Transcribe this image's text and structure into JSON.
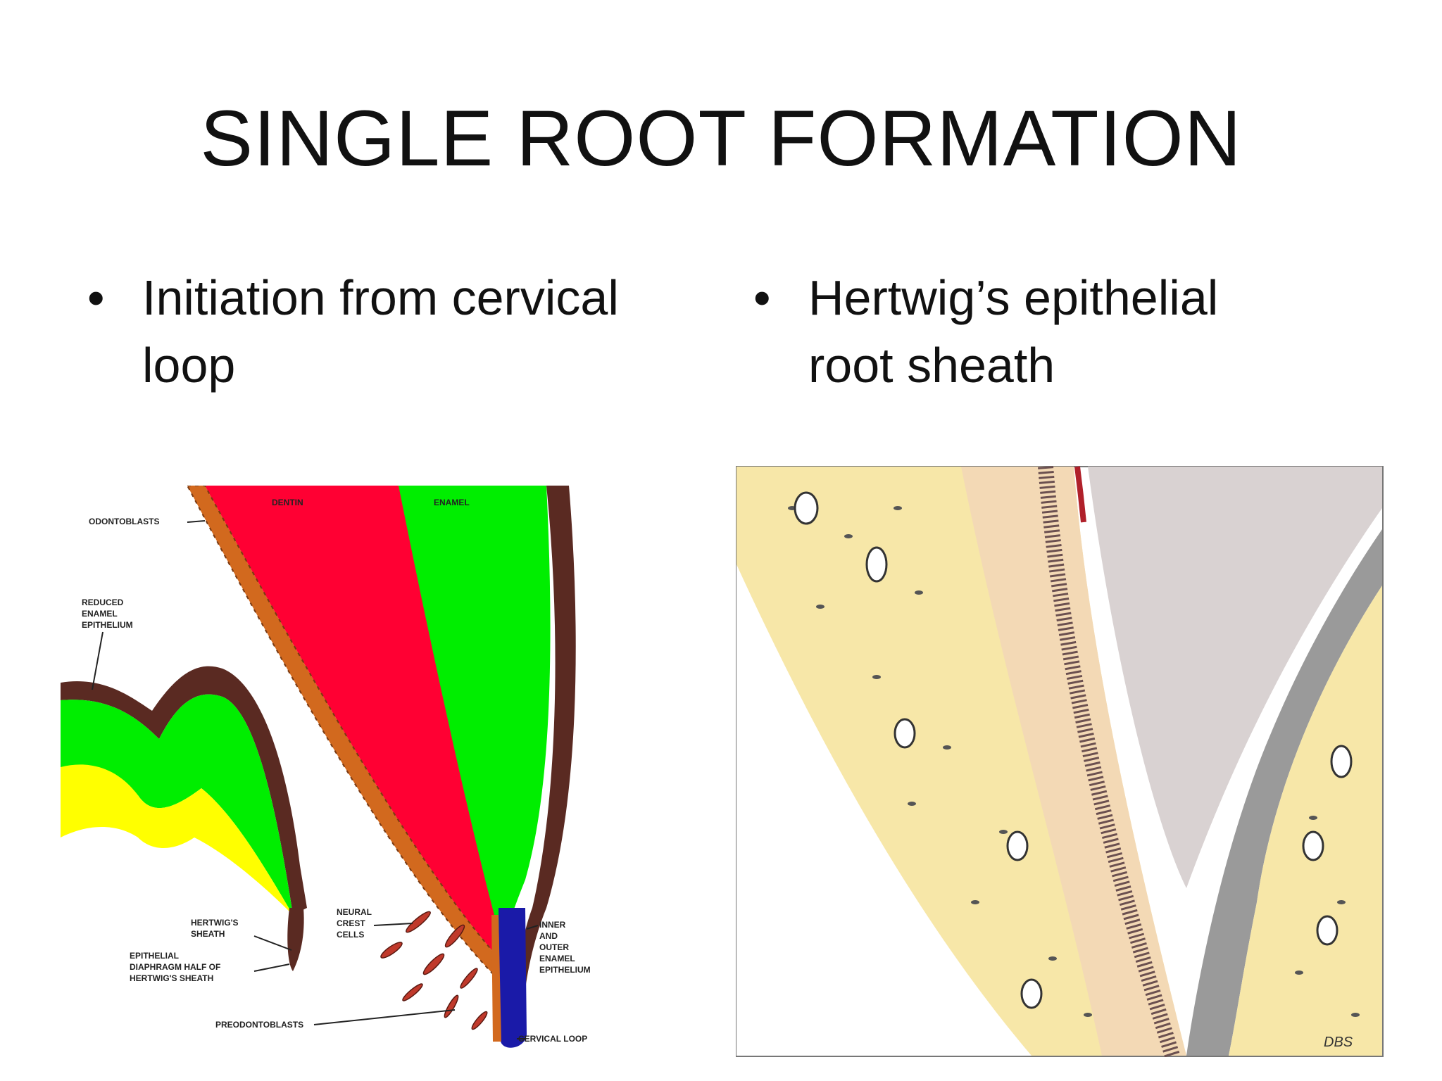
{
  "title": "SINGLE ROOT FORMATION",
  "bullets": [
    {
      "marker": "•",
      "line1": "Initiation from cervical",
      "line2": "loop"
    },
    {
      "marker": "•",
      "line1": "Hertwig’s  epithelial",
      "line2": "root sheath"
    }
  ],
  "left_diagram": {
    "labels": {
      "odontoblasts": "ODONTOBLASTS",
      "dentin": "DENTIN",
      "enamel": "ENAMEL",
      "reduced_enamel_1": "REDUCED",
      "reduced_enamel_2": "ENAMEL",
      "reduced_enamel_3": "EPITHELIUM",
      "hertwigs_sheath_1": "HERTWIG'S",
      "hertwigs_sheath_2": "SHEATH",
      "diaphragm_1": "EPITHELIAL",
      "diaphragm_2": "DIAPHRAGM HALF OF",
      "diaphragm_3": "HERTWIG'S SHEATH",
      "neural_crest_1": "NEURAL",
      "neural_crest_2": "CREST",
      "neural_crest_3": "CELLS",
      "inner_outer_1": "INNER",
      "inner_outer_2": "AND",
      "inner_outer_3": "OUTER",
      "inner_outer_4": "ENAMEL",
      "inner_outer_5": "EPITHELIUM",
      "preodontoblasts": "PREODONTOBLASTS",
      "cervical_loop": "CERVICAL LOOP"
    },
    "colors": {
      "dentin": "#ff0033",
      "enamel": "#00ee00",
      "coronal": "#ffff00",
      "odontoblast": "#d2691e",
      "epithelium": "#5a2a22",
      "loop": "#1a1aa8"
    }
  },
  "right_diagram": {
    "signature": "DBS",
    "colors": {
      "tissue": "#f7e7a8",
      "pulp": "#f3d9b5",
      "dentin": "#d9d2d2",
      "cells": "#555555"
    }
  }
}
